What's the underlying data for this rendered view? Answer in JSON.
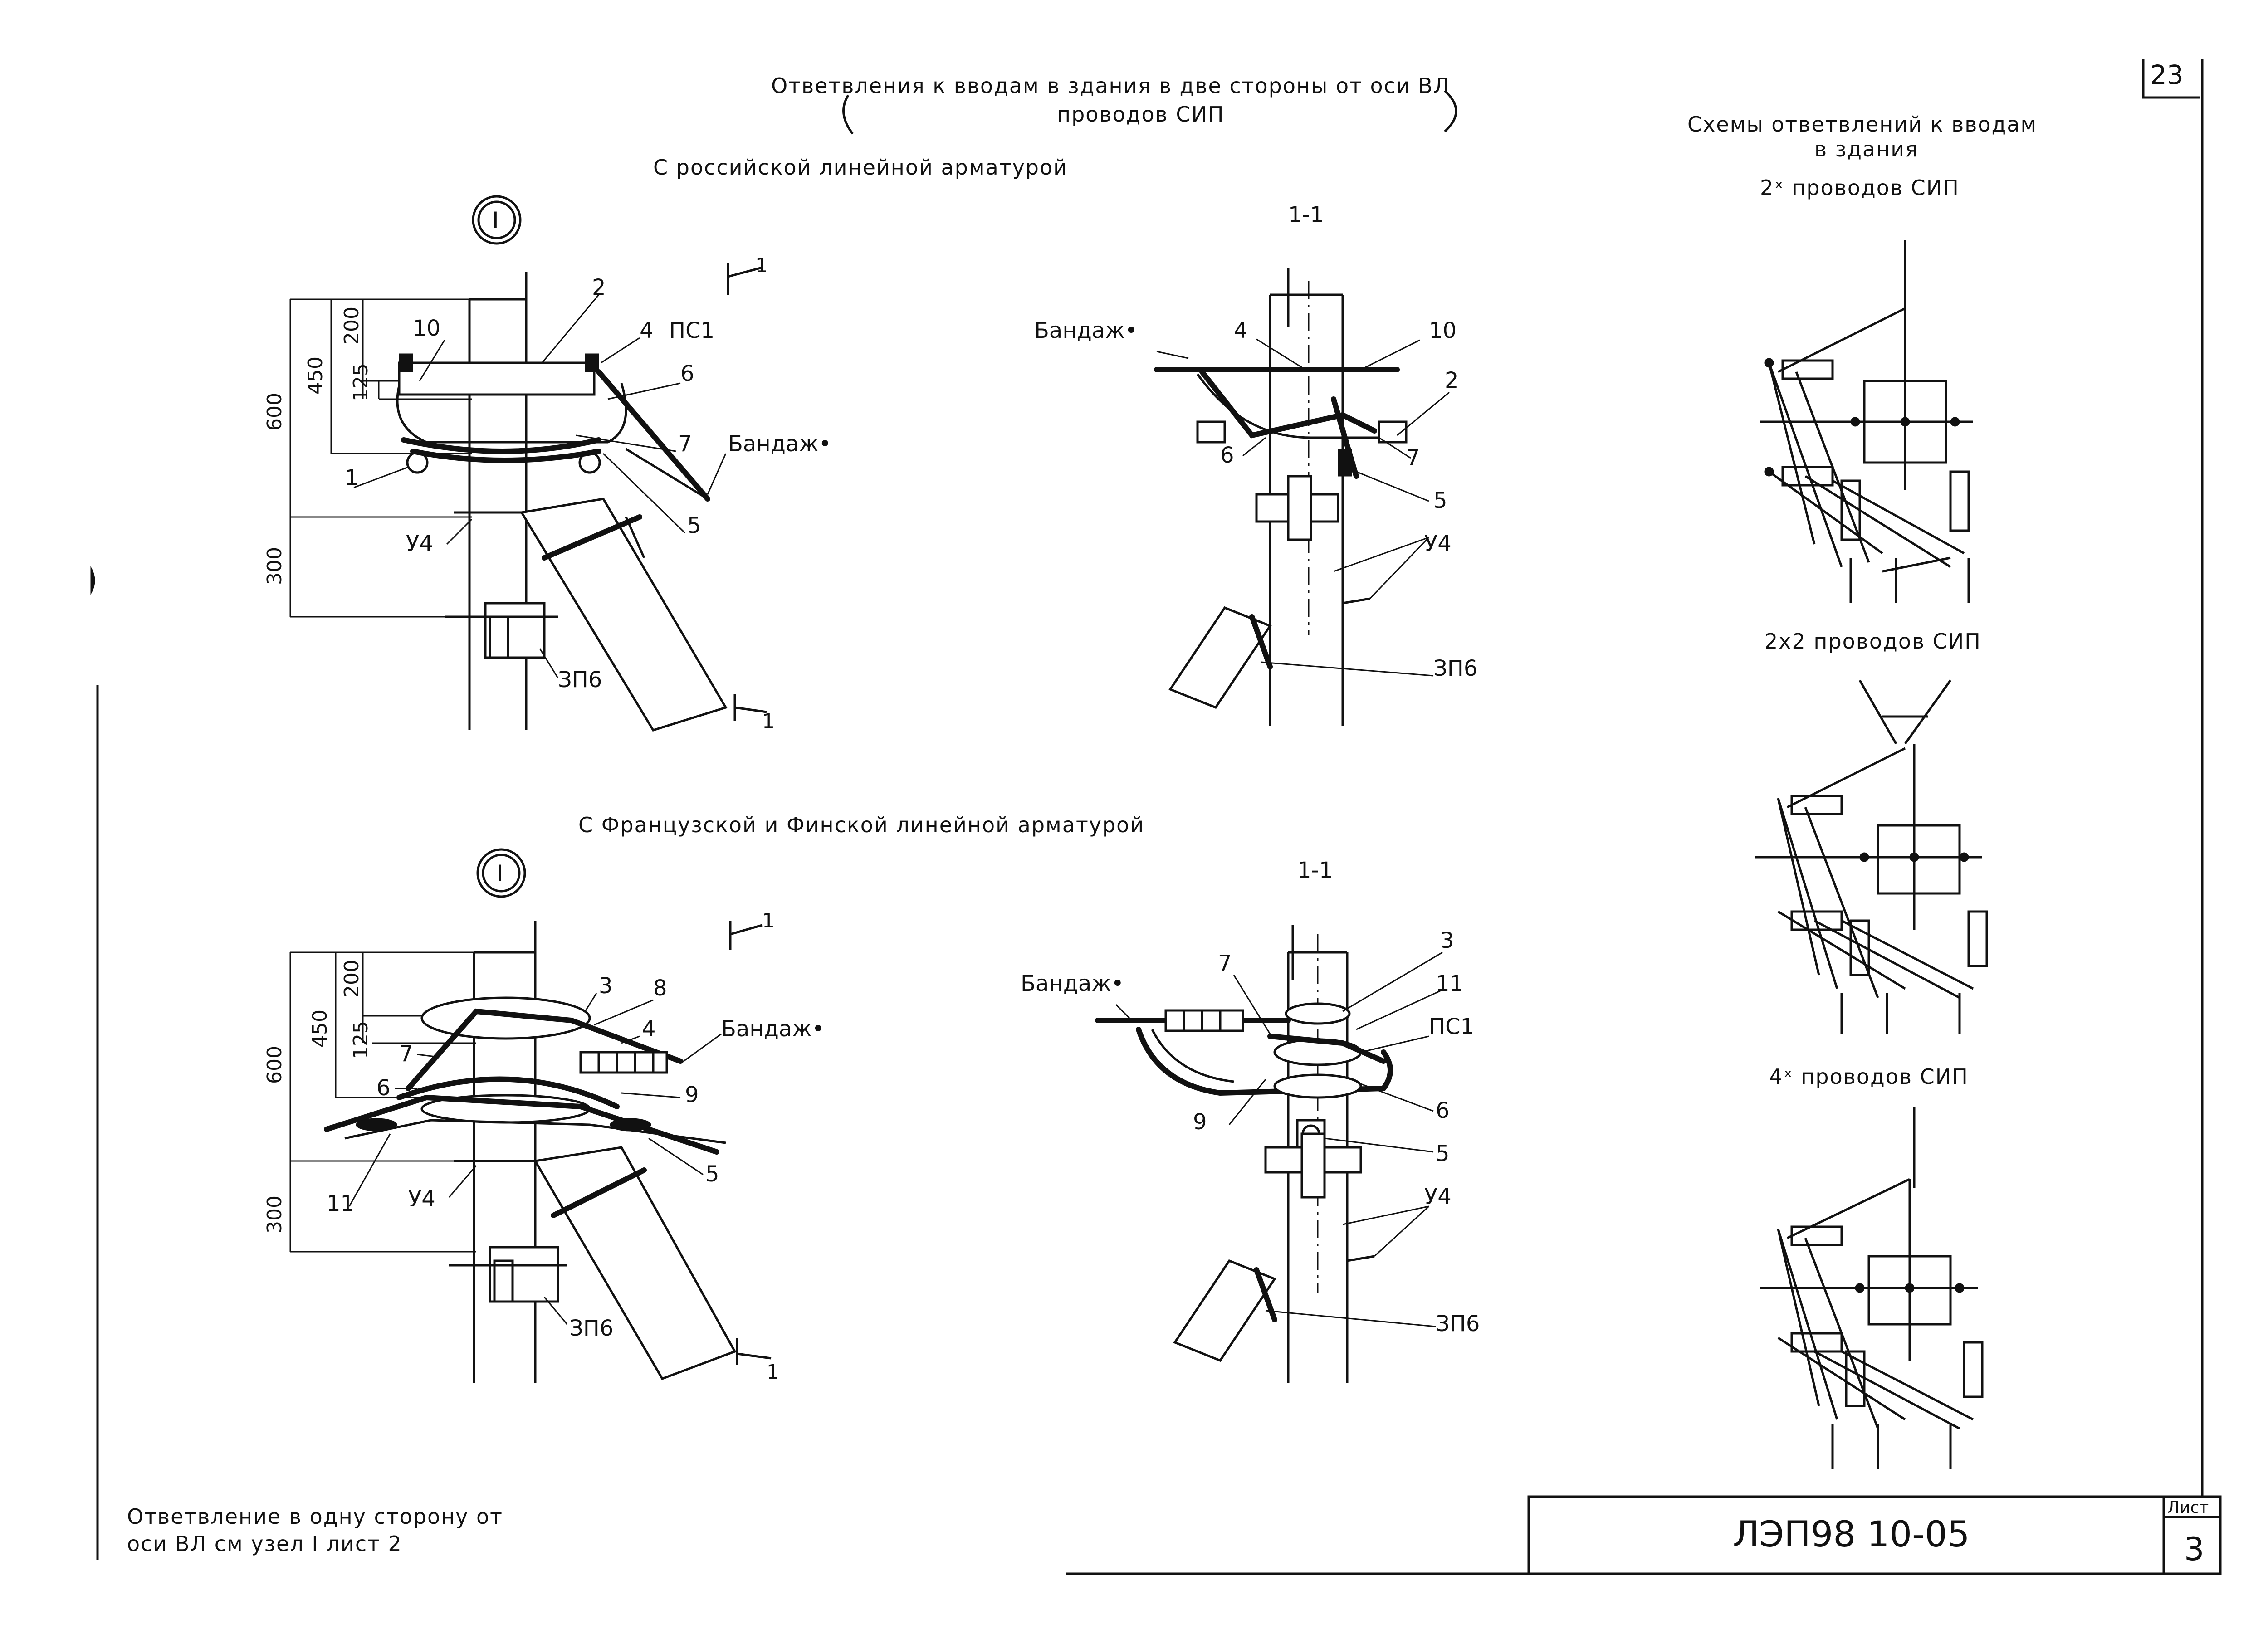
{
  "page": {
    "sheet_page_no": "23",
    "title_line1": "Ответвления к вводам в здания в две стороны от оси ВЛ",
    "title_line2": "проводов СИП"
  },
  "sections": {
    "russian": "С российской линейной арматурой",
    "french_finnish": "С Французской и Финской линейной арматурой"
  },
  "node_marker": "I",
  "section_cut": {
    "label": "1-1",
    "mark": "1"
  },
  "dims": {
    "d600": "600",
    "d450": "450",
    "d200": "200",
    "d125": "125",
    "d300": "300"
  },
  "labels": {
    "n1": "1",
    "n2": "2",
    "n3": "3",
    "n4": "4",
    "n5": "5",
    "n6": "6",
    "n7": "7",
    "n8": "8",
    "n9": "9",
    "n10": "10",
    "n11": "11",
    "ps1": "ПС1",
    "u4": "У4",
    "zp6": "ЗП6",
    "bandage": "Бандаж•"
  },
  "schemes": {
    "title_line1": "Схемы ответвлений к вводам",
    "title_line2": "в здания",
    "s1": "2ˣ проводов СИП",
    "s2": "2х2 проводов СИП",
    "s3": "4ˣ проводов СИП"
  },
  "footnote": {
    "line1": "Ответвление в одну сторону от",
    "line2": "оси ВЛ см узел I лист 2"
  },
  "title_block": {
    "code": "ЛЭП98 10-05",
    "sheet_label": "Лист",
    "sheet_no": "3"
  }
}
